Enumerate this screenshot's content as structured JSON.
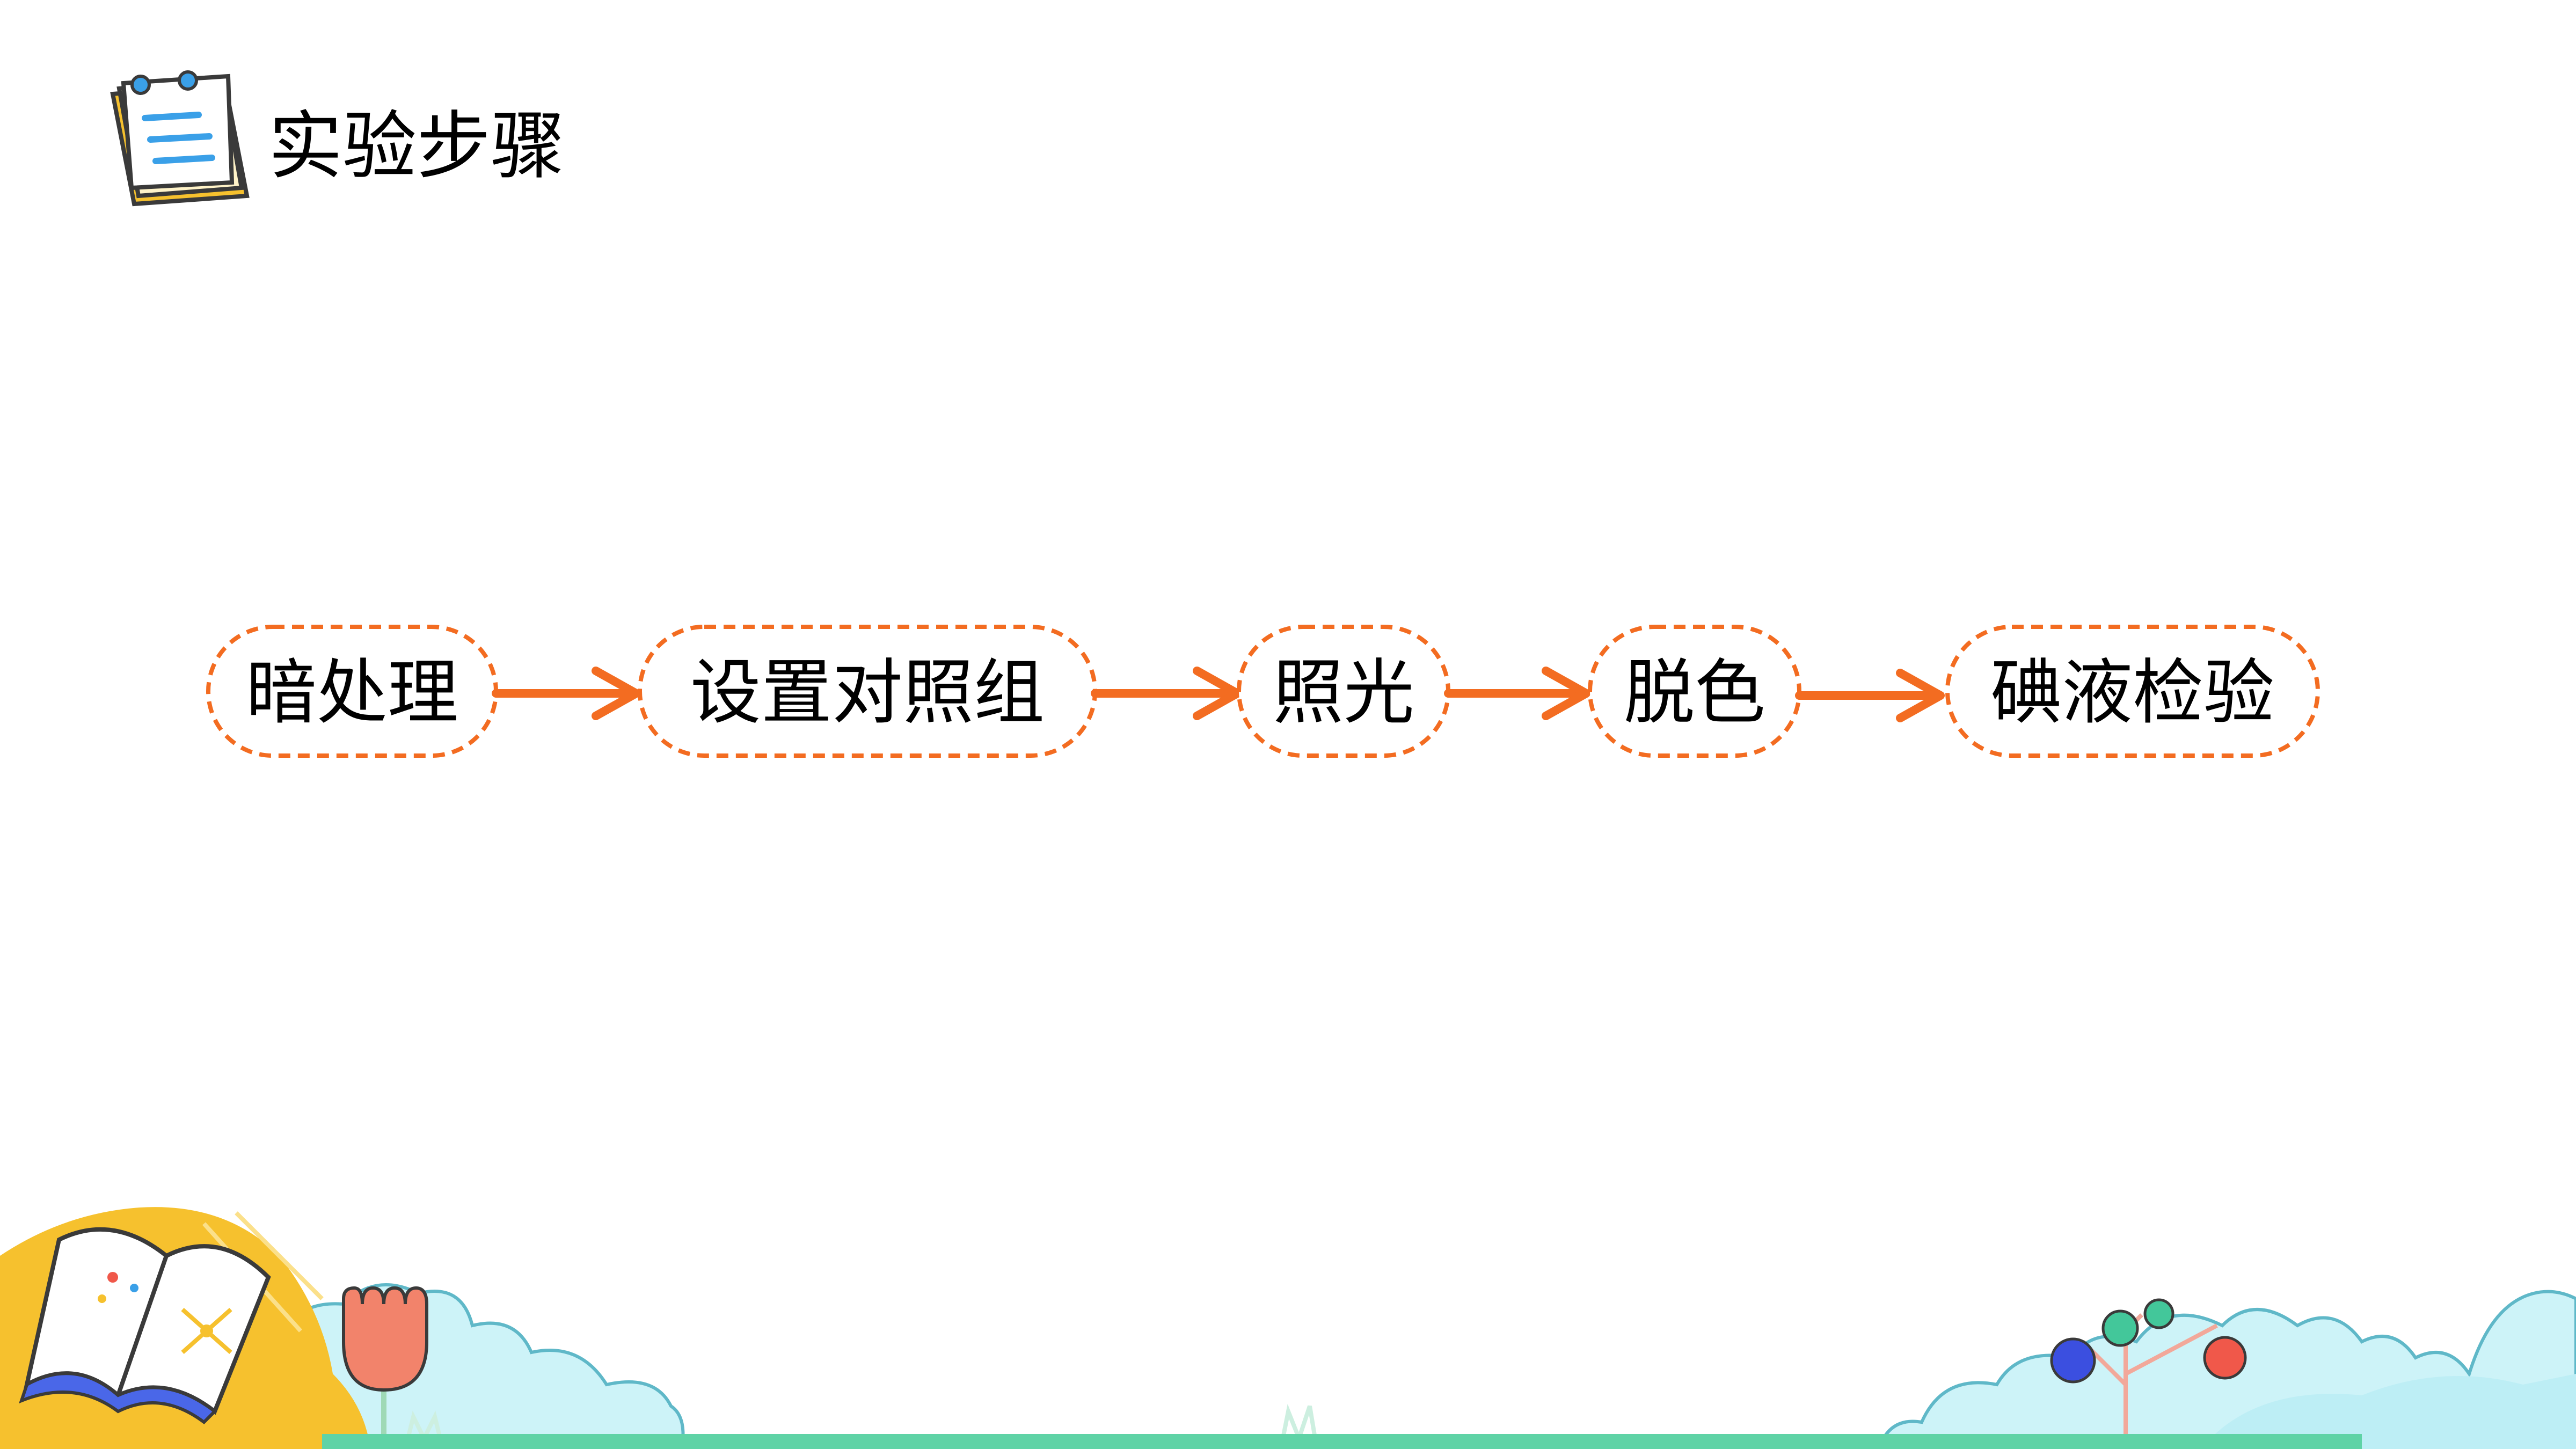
{
  "header": {
    "title": "实验步骤",
    "icon": "notepad-icon"
  },
  "flow": {
    "steps": [
      {
        "label": "暗处理"
      },
      {
        "label": "设置对照组"
      },
      {
        "label": "照光"
      },
      {
        "label": "脱色"
      },
      {
        "label": "碘液检验"
      }
    ],
    "arrow_color": "#F36C21",
    "box_border_color": "#F36C21"
  },
  "decor": {
    "left_icon": "open-book-icon",
    "flower_icon": "tulip-icon",
    "tree_icon": "lollipop-tree-icon",
    "colors": {
      "ground": "#5FD3A6",
      "cloud": "#CDF3F8",
      "cloud_edge": "#5FB8C8",
      "sun": "#F6C12E",
      "flower": "#F2836B",
      "ball_blue": "#3B4FE0",
      "ball_green": "#43C79A",
      "ball_red": "#F0584A"
    }
  }
}
